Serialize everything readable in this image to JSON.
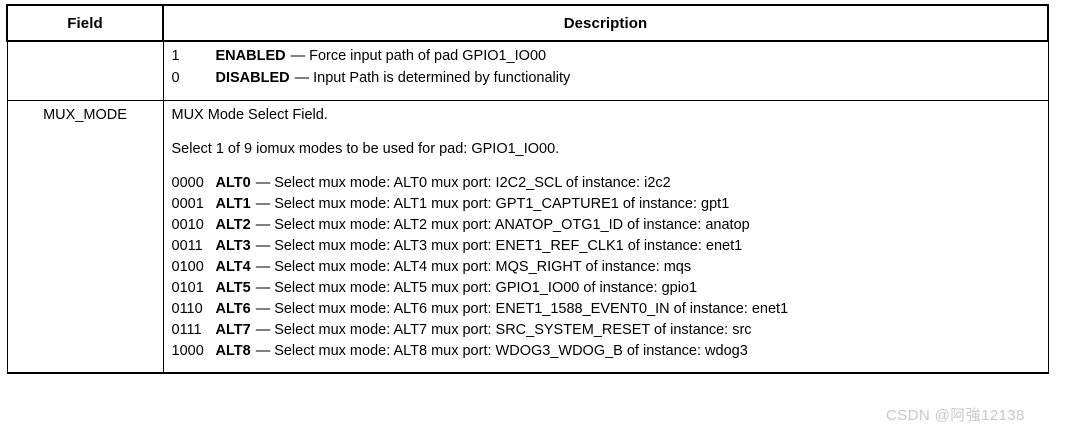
{
  "table": {
    "headers": {
      "field": "Field",
      "description": "Description"
    },
    "rows": [
      {
        "field": "",
        "lines": [],
        "enums": [
          {
            "value": "1",
            "name": "ENABLED",
            "dash": "—",
            "text": "Force input path of pad GPIO1_IO00"
          },
          {
            "value": "0",
            "name": "DISABLED",
            "dash": "—",
            "text": "Input Path is determined by functionality"
          }
        ]
      },
      {
        "field": "MUX_MODE",
        "lines": [
          "MUX Mode Select Field.",
          "",
          "Select 1 of 9 iomux modes to be used for pad: GPIO1_IO00.",
          ""
        ],
        "enums": [
          {
            "value": "0000",
            "name": "ALT0",
            "dash": "—",
            "text": "Select mux mode: ALT0 mux port: I2C2_SCL of instance: i2c2"
          },
          {
            "value": "0001",
            "name": "ALT1",
            "dash": "—",
            "text": "Select mux mode: ALT1 mux port: GPT1_CAPTURE1 of instance: gpt1"
          },
          {
            "value": "0010",
            "name": "ALT2",
            "dash": "—",
            "text": "Select mux mode: ALT2 mux port: ANATOP_OTG1_ID of instance: anatop"
          },
          {
            "value": "0011",
            "name": "ALT3",
            "dash": "—",
            "text": "Select mux mode: ALT3 mux port: ENET1_REF_CLK1 of instance: enet1"
          },
          {
            "value": "0100",
            "name": "ALT4",
            "dash": "—",
            "text": "Select mux mode: ALT4 mux port: MQS_RIGHT of instance: mqs"
          },
          {
            "value": "0101",
            "name": "ALT5",
            "dash": "—",
            "text": "Select mux mode: ALT5 mux port: GPIO1_IO00 of instance: gpio1"
          },
          {
            "value": "0110",
            "name": "ALT6",
            "dash": "—",
            "text": "Select mux mode: ALT6 mux port: ENET1_1588_EVENT0_IN of instance: enet1"
          },
          {
            "value": "0111",
            "name": "ALT7",
            "dash": "—",
            "text": "Select mux mode: ALT7 mux port: SRC_SYSTEM_RESET of instance: src"
          },
          {
            "value": "1000",
            "name": "ALT8",
            "dash": "—",
            "text": "Select mux mode: ALT8 mux port: WDOG3_WDOG_B of instance: wdog3"
          }
        ]
      }
    ]
  },
  "watermark": {
    "text": "CSDN @阿強12138",
    "color": "#c9c9c9"
  }
}
